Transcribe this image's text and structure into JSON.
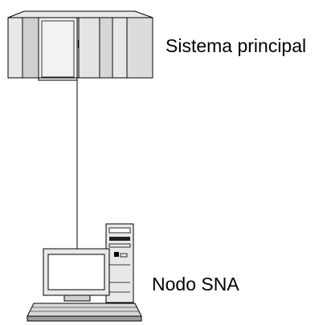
{
  "nodes": {
    "mainframe": {
      "label": "Sistema principal",
      "icon": "mainframe-icon"
    },
    "sna_node": {
      "label": "Nodo SNA",
      "icon": "workstation-icon"
    }
  },
  "connection": {
    "from": "mainframe",
    "to": "sna_node"
  },
  "colors": {
    "stroke": "#000000",
    "fill_light": "#e8e8e8",
    "fill_mid": "#d0d0d0",
    "fill_dark": "#9e9e9e",
    "background": "#ffffff"
  }
}
